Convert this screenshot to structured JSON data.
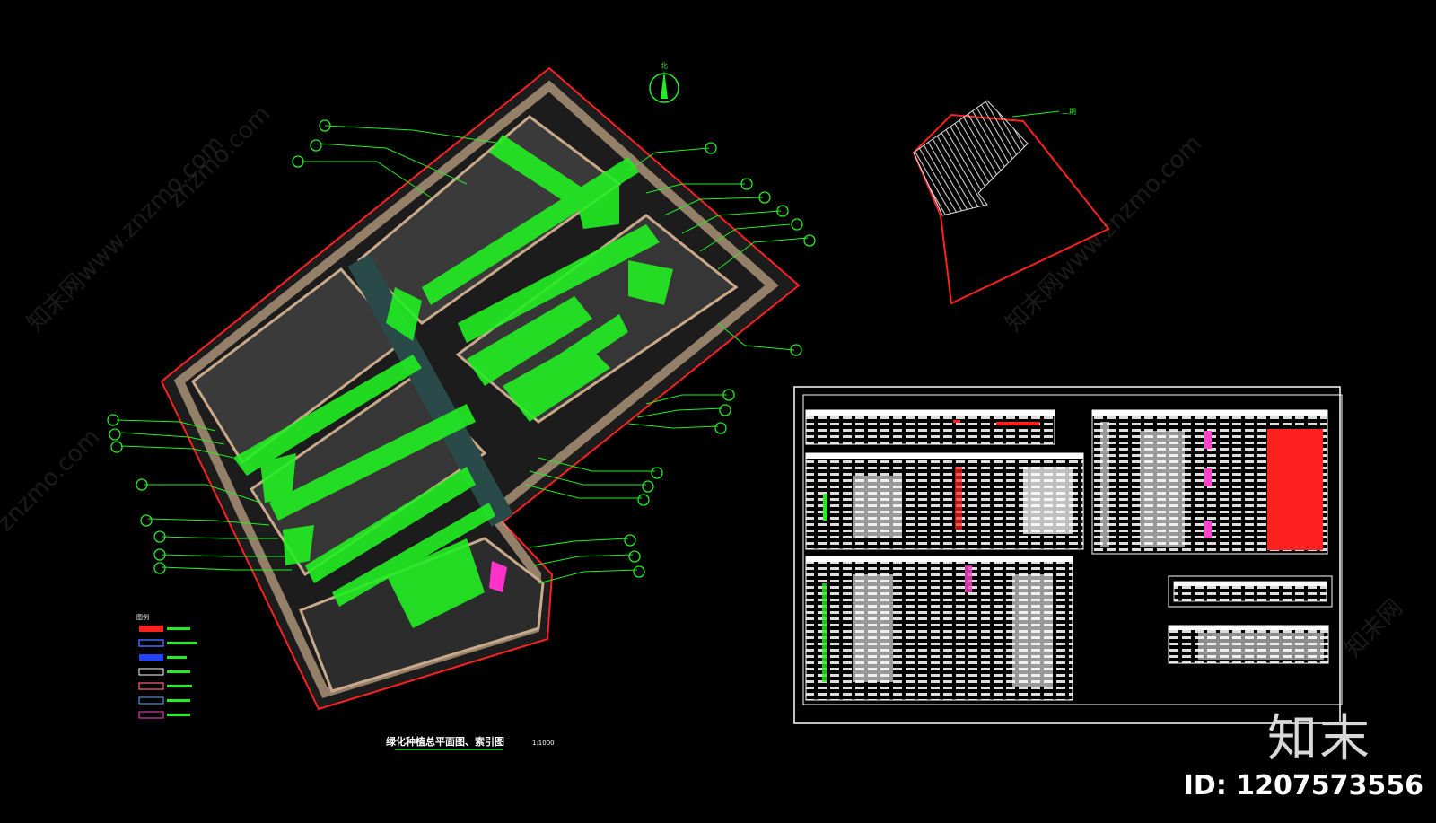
{
  "drawing": {
    "title": "绿化种植总平面图、索引图",
    "scale": "1:1000",
    "north_label": "北",
    "keyplan_label": "二期"
  },
  "legend_title": "图例",
  "watermarks": [
    "znzmo.com",
    "知末网www.znzmo.com",
    "知末网www.znzmo.com",
    "znzmo.com",
    "知末网"
  ],
  "brand": {
    "logo_text": "知末",
    "image_id": "ID: 1207573556"
  },
  "colors": {
    "site_boundary": "#ff2020",
    "planting": "#22ee22",
    "buildings": "#3a3a3a",
    "paving": "#c8a98a",
    "leader_lines": "#22ee22",
    "sheet_border": "#ffffff"
  }
}
